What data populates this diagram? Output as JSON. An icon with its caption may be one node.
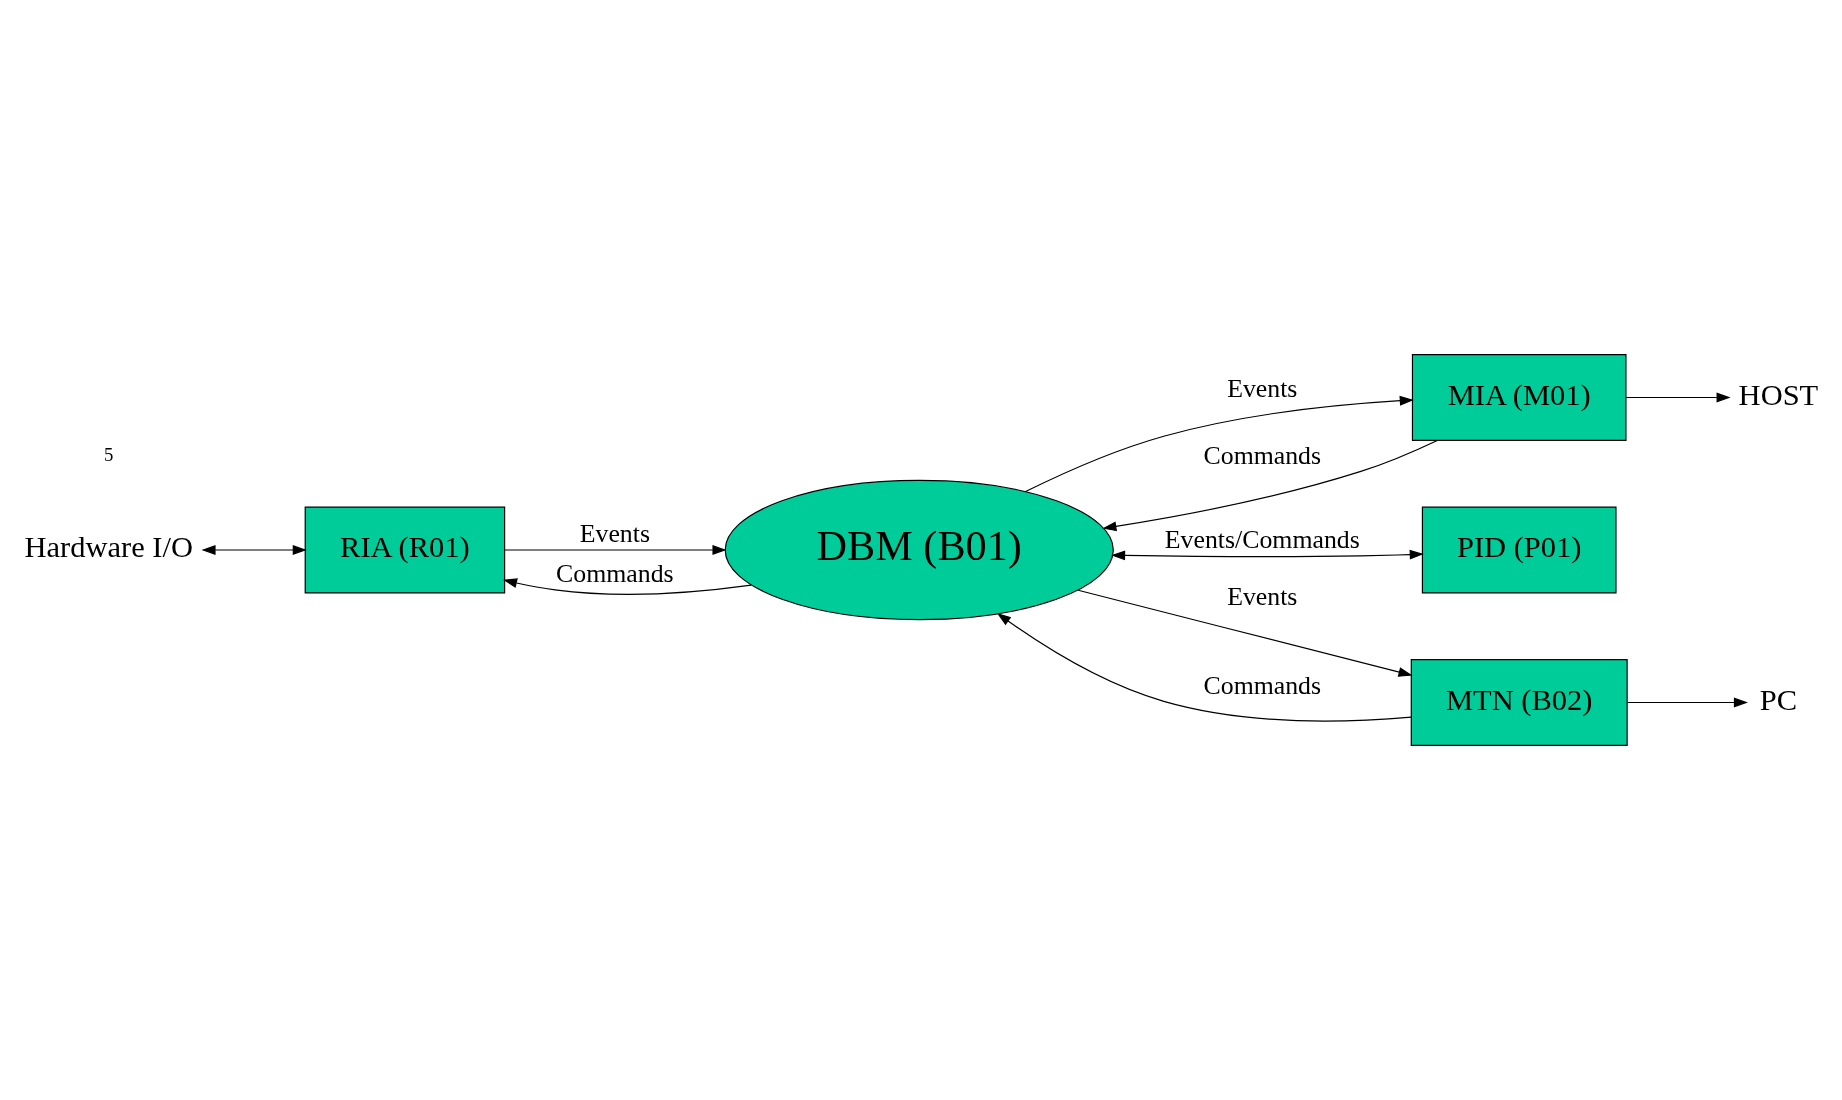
{
  "diagram": {
    "nodes": [
      {
        "text": [
          "Hardware I/O"
        ]
      },
      {
        "text": [
          "RIA (R01)"
        ]
      },
      {
        "text": [
          "MIA (M01)"
        ]
      },
      {
        "text": [
          "HOST"
        ]
      },
      {
        "text": [
          "DBM (B01)"
        ]
      },
      {
        "text": [
          "PID (P01)"
        ]
      },
      {
        "text": [
          "MTN (B02)"
        ]
      },
      {
        "text": [
          "PC"
        ]
      }
    ],
    "edges": [
      {
        "from": 0,
        "to": 1,
        "arrow": "both"
      },
      {
        "from": 1,
        "to": 4,
        "arrow": "to",
        "label": "Events"
      },
      {
        "from": 4,
        "to": 1,
        "arrow": "to",
        "label": "Commands"
      },
      {
        "from": 2,
        "to": 4,
        "arrow": "to",
        "label": "Commands"
      },
      {
        "from": 4,
        "to": 2,
        "arrow": "to",
        "label": "Events"
      },
      {
        "from": 2,
        "to": 3,
        "arrow": "to"
      },
      {
        "from": 4,
        "to": 5,
        "arrow": "both",
        "label": "Events/Commands"
      },
      {
        "from": 4,
        "to": 6,
        "arrow": "to",
        "label": "Events"
      },
      {
        "from": 6,
        "to": 4,
        "arrow": "to",
        "label": "Commands"
      },
      {
        "from": 6,
        "to": 7,
        "arrow": "to"
      }
    ],
    "labels": [
      "5"
    ]
  }
}
